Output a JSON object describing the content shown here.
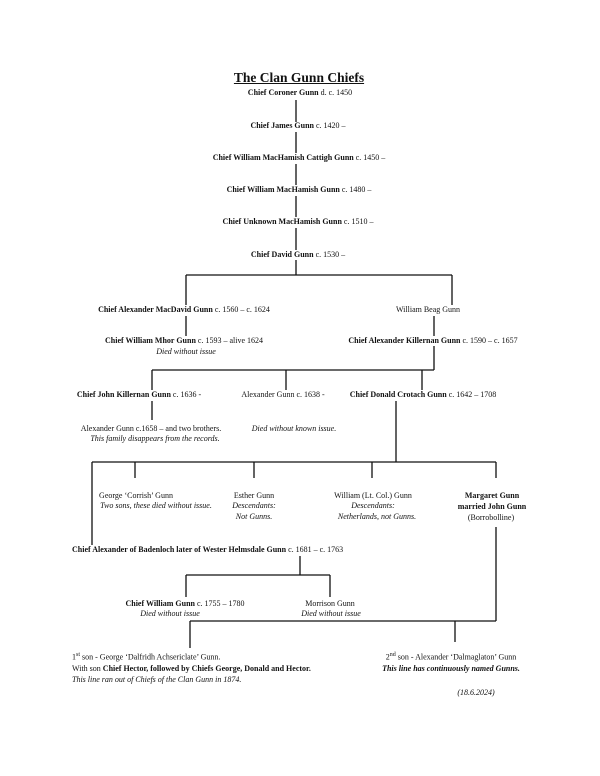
{
  "title": "The Clan Gunn Chiefs",
  "chain": [
    {
      "name": "Chief Coroner Gunn",
      "dates": " d. c. 1450"
    },
    {
      "name": "Chief James Gunn",
      "dates": " c. 1420 –"
    },
    {
      "name": "Chief William MacHamish Cattigh Gunn",
      "dates": " c. 1450 –"
    },
    {
      "name": "Chief William MacHamish Gunn",
      "dates": " c. 1480 –"
    },
    {
      "name": "Chief Unknown MacHamish Gunn",
      "dates": " c. 1510 –"
    },
    {
      "name": "Chief David Gunn",
      "dates": " c. 1530 –"
    }
  ],
  "alexander_macdavid": {
    "name": "Chief Alexander MacDavid Gunn",
    "dates": " c. 1560 – c. 1624"
  },
  "william_beag": {
    "text": "William Beag Gunn"
  },
  "william_mhor": {
    "name": "Chief William Mhor Gunn",
    "dates": " c. 1593 – alive 1624",
    "note": "Died without issue"
  },
  "alexander_killernan": {
    "name": "Chief Alexander Killernan Gunn",
    "dates": " c. 1590 – c. 1657"
  },
  "john_killernan": {
    "name": "Chief John Killernan Gunn",
    "dates": " c. 1636 -"
  },
  "alexander_1638": {
    "text": "Alexander Gunn c. 1638 -",
    "note": "Died without known issue."
  },
  "donald_crotach": {
    "name": "Chief Donald Crotach Gunn",
    "dates": " c. 1642 – 1708"
  },
  "alexander_1658": {
    "text": "Alexander Gunn c.1658 – and two brothers.",
    "note": "This family disappears from the records."
  },
  "george_corrish": {
    "text": "George ‘Corrish’ Gunn",
    "note": "Two sons, these died without issue."
  },
  "esther": {
    "text": "Esther Gunn",
    "note1": "Descendants:",
    "note2": "Not Gunns."
  },
  "william_ltcol": {
    "text": "William (Lt. Col.) Gunn",
    "note1": "Descendants:",
    "note2": "Netherlands, not Gunns."
  },
  "margaret": {
    "line1": "Margaret Gunn",
    "line2": "married John Gunn",
    "line3": "(Borrobolline)"
  },
  "alexander_badenloch": {
    "name": "Chief Alexander of Badenloch later of Wester Helmsdale Gunn",
    "dates": " c. 1681 – c. 1763"
  },
  "william_1755": {
    "name": "Chief William Gunn",
    "dates": " c. 1755 – 1780",
    "note": "Died without issue"
  },
  "morrison": {
    "text": "Morrison Gunn",
    "note": "Died without issue"
  },
  "first_son": {
    "sup": "st",
    "line1_num": "1",
    "line1_rest": " son - George ‘Dalfridh Achsericlate’ Gunn.",
    "line2_pre": "With son ",
    "line2_bold": "Chief Hector, followed by Chiefs George, Donald and Hector.",
    "note": "This line ran out of Chiefs of the Clan Gunn in 1874."
  },
  "second_son": {
    "sup": "nd",
    "line1_num": "2",
    "line1_rest": " son - Alexander ‘Dalmaglaton’ Gunn",
    "line2": "This line has continuously named Gunns."
  },
  "date": "(18.6.2024)"
}
